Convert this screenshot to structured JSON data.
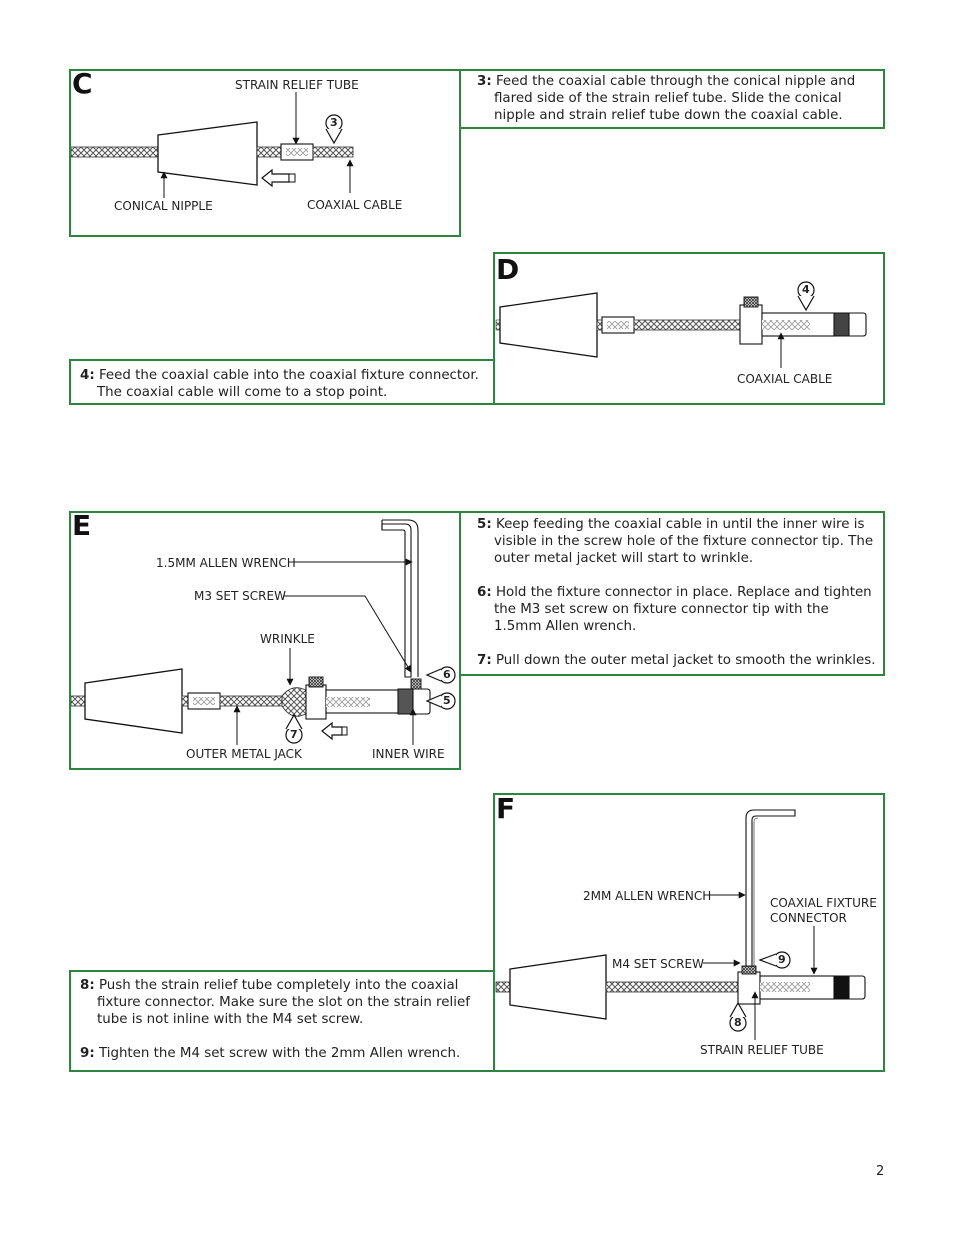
{
  "page_number": "2",
  "panel_c": {
    "letter": "C",
    "labels": {
      "strain_relief_tube": "STRAIN RELIEF TUBE",
      "conical_nipple": "CONICAL NIPPLE",
      "coaxial_cable": "COAXIAL CABLE"
    },
    "callout": "3",
    "step": {
      "num": "3:",
      "text": "Feed the coaxial cable through the conical nipple and flared side of the strain relief tube. Slide the conical nipple and strain relief tube down the coaxial cable."
    }
  },
  "panel_d": {
    "letter": "D",
    "labels": {
      "coaxial_cable": "COAXIAL CABLE"
    },
    "callout": "4",
    "step": {
      "num": "4:",
      "text": "Feed the coaxial cable into the coaxial fixture connector. The coaxial cable will come to a stop point."
    }
  },
  "panel_e": {
    "letter": "E",
    "labels": {
      "allen_wrench": "1.5MM ALLEN WRENCH",
      "set_screw": "M3 SET SCREW",
      "wrinkle": "WRINKLE",
      "outer_metal_jack": "OUTER METAL JACK",
      "inner_wire": "INNER WIRE"
    },
    "callouts": {
      "c5": "5",
      "c6": "6",
      "c7": "7"
    },
    "steps": [
      {
        "num": "5:",
        "text": "Keep feeding the coaxial cable in until the inner wire is visible in the screw hole of the fixture connector tip. The outer metal jacket will start to wrinkle."
      },
      {
        "num": "6:",
        "text": "Hold the fixture connector in place. Replace and tighten the M3 set screw on fixture connector tip with the 1.5mm Allen wrench."
      },
      {
        "num": "7:",
        "text": "Pull down the outer metal jacket to smooth the wrinkles."
      }
    ]
  },
  "panel_f": {
    "letter": "F",
    "labels": {
      "allen_wrench": "2MM ALLEN WRENCH",
      "connector_line1": "COAXIAL FIXTURE",
      "connector_line2": "CONNECTOR",
      "set_screw": "M4 SET SCREW",
      "strain_relief_tube": "STRAIN RELIEF TUBE"
    },
    "callouts": {
      "c8": "8",
      "c9": "9"
    },
    "steps": [
      {
        "num": "8:",
        "text": "Push the strain relief tube completely into the coaxial fixture connector. Make sure the slot on the strain relief tube is not inline with the M4 set screw."
      },
      {
        "num": "9:",
        "text": "Tighten the M4 set screw with the 2mm Allen wrench."
      }
    ]
  }
}
